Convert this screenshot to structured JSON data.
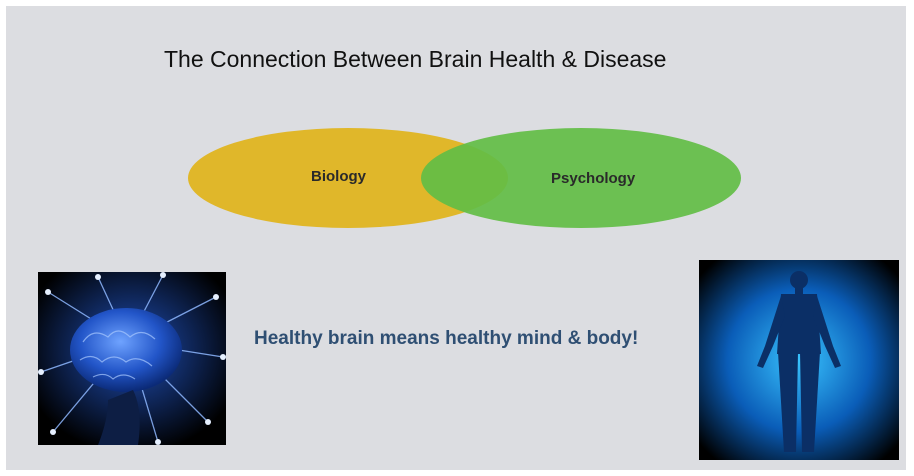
{
  "slide": {
    "title": "The Connection Between Brain Health & Disease",
    "slogan": "Healthy brain means healthy mind & body!"
  },
  "venn": {
    "left_label": "Biology",
    "right_label": "Psychology",
    "left_color": "#e0b72a",
    "right_color": "#62bd45",
    "overlap_color": "#7fb63a"
  },
  "images": {
    "left": "brain-network-image",
    "right": "human-body-image"
  }
}
